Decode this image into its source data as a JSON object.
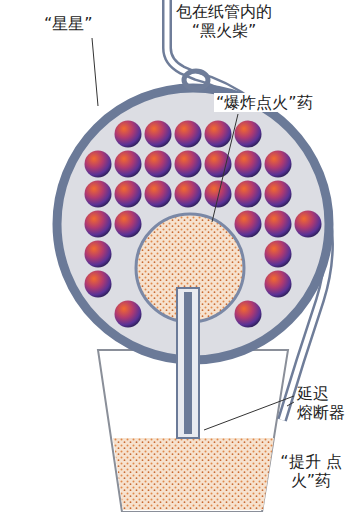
{
  "diagram": {
    "labels": [
      "包在纸管内的 “黑火柴”",
      "“星星”",
      "“爆炸点火”药",
      "延迟 熔断器",
      "“提升 点火”药"
    ]
  }
}
